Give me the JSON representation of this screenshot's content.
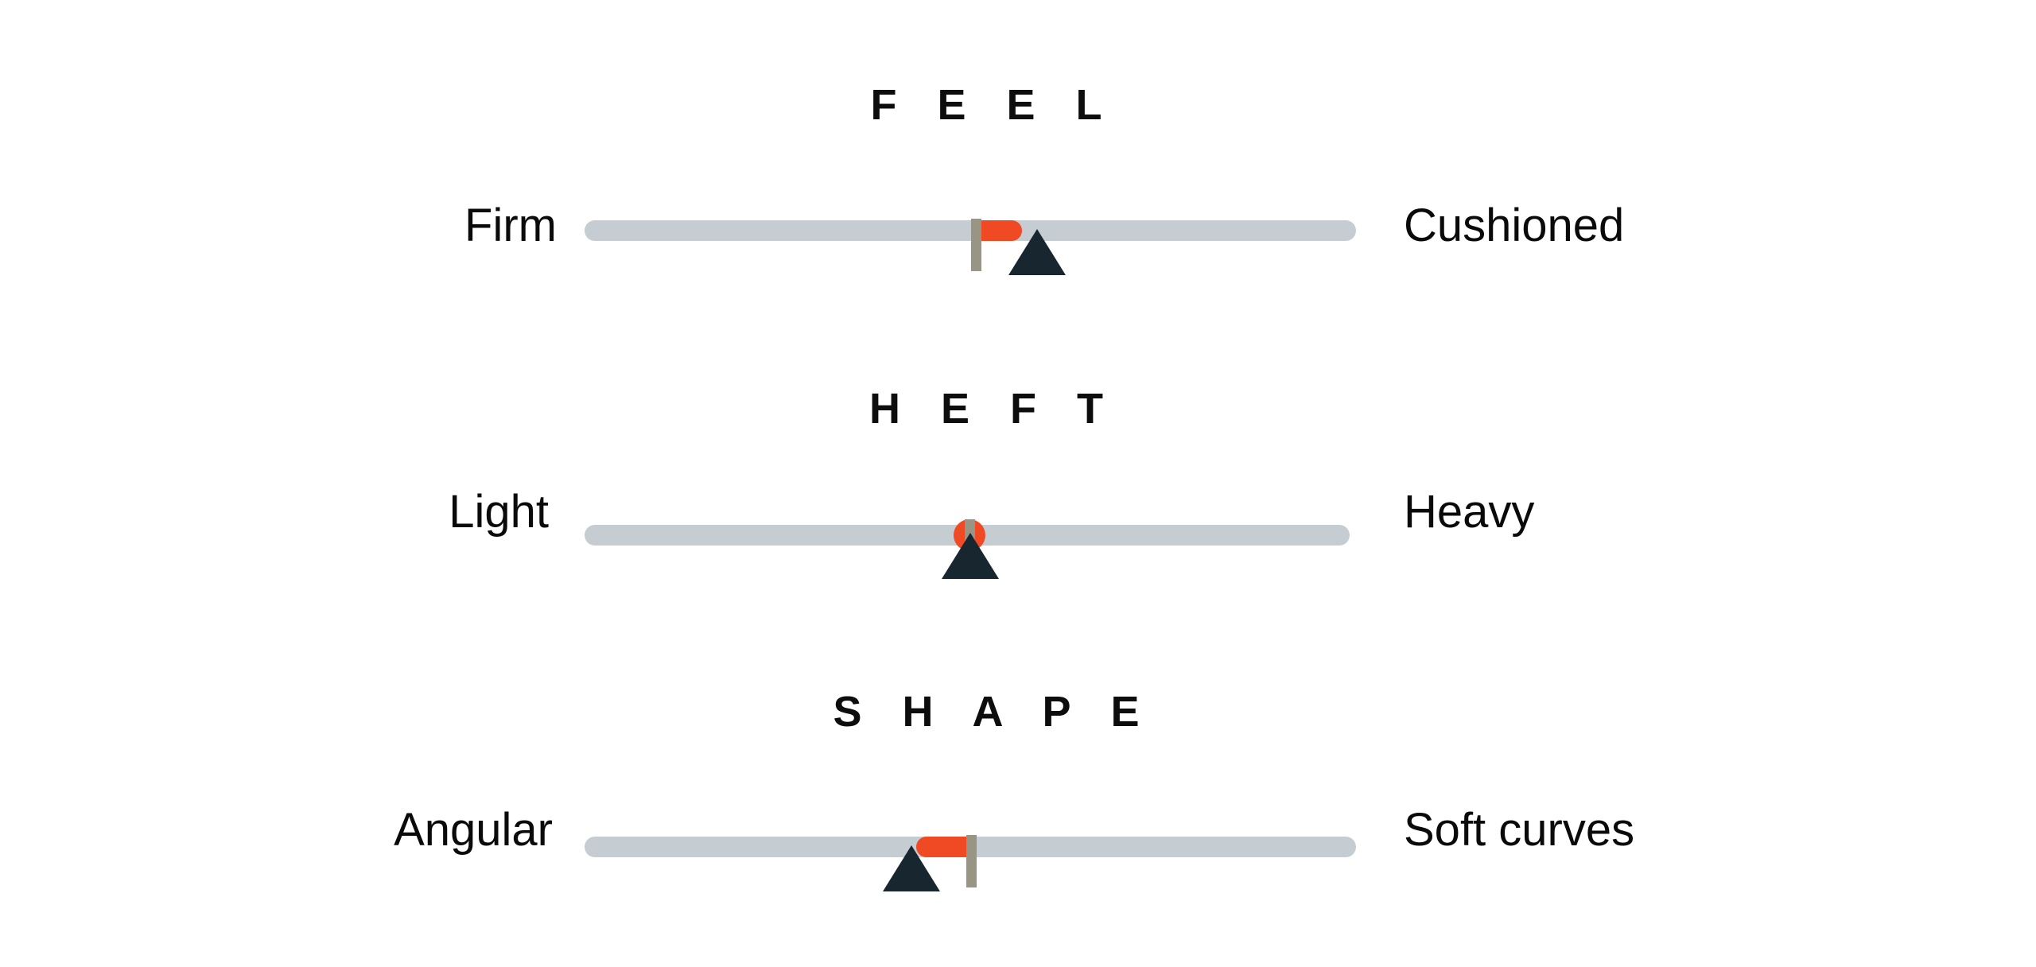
{
  "page": {
    "background": "#ffffff",
    "accent_orange": "#ef4a23",
    "track_gray": "#c5cdd3",
    "tick_gray": "#989585",
    "pointer_navy": "#182630",
    "text_color": "#0a0a0a"
  },
  "groups": [
    {
      "title": "F E E L",
      "title_plain": "FEEL",
      "left_label": "Firm",
      "right_label": "Cushioned",
      "marker_style": "bar-right",
      "tick_percent": 49.7,
      "fill_end_percent": 56.0,
      "pointer_percent": 58.2
    },
    {
      "title": "H E F T",
      "title_plain": "HEFT",
      "left_label": "Light",
      "right_label": "Heavy",
      "marker_style": "dot",
      "tick_percent": 49.5,
      "fill_end_percent": 49.5,
      "pointer_percent": 49.5
    },
    {
      "title": "S H A P E",
      "title_plain": "SHAPE",
      "left_label": "Angular",
      "right_label": "Soft curves",
      "marker_style": "bar-left",
      "tick_percent": 49.0,
      "fill_end_percent": 42.5,
      "pointer_percent": 41.0
    }
  ]
}
